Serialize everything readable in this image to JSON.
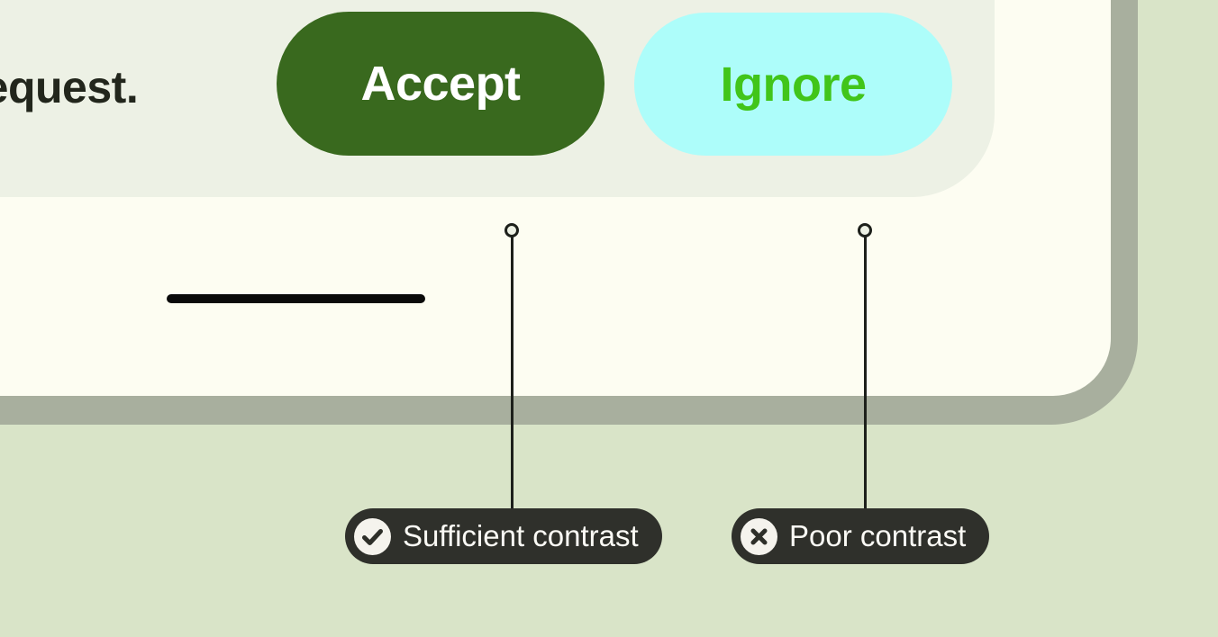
{
  "screen": {
    "message_fragment": "a request.",
    "accept_label": "Accept",
    "ignore_label": "Ignore"
  },
  "callouts": {
    "sufficient": {
      "label": "Sufficient contrast",
      "icon": "check-circle-icon"
    },
    "poor": {
      "label": "Poor contrast",
      "icon": "x-circle-icon"
    }
  },
  "colors": {
    "page_background": "#d9e4c8",
    "device_frame": "#a8af9e",
    "device_screen": "#fdfdf2",
    "bubble": "#edf1e5",
    "accept_background": "#39691e",
    "accept_text": "#ffffff",
    "ignore_background": "#adfdfa",
    "ignore_text": "#41c51a",
    "message_text": "#22261c",
    "callout_background": "#2f302b",
    "callout_text": "#fbfaf5",
    "connector": "#1d201b"
  }
}
